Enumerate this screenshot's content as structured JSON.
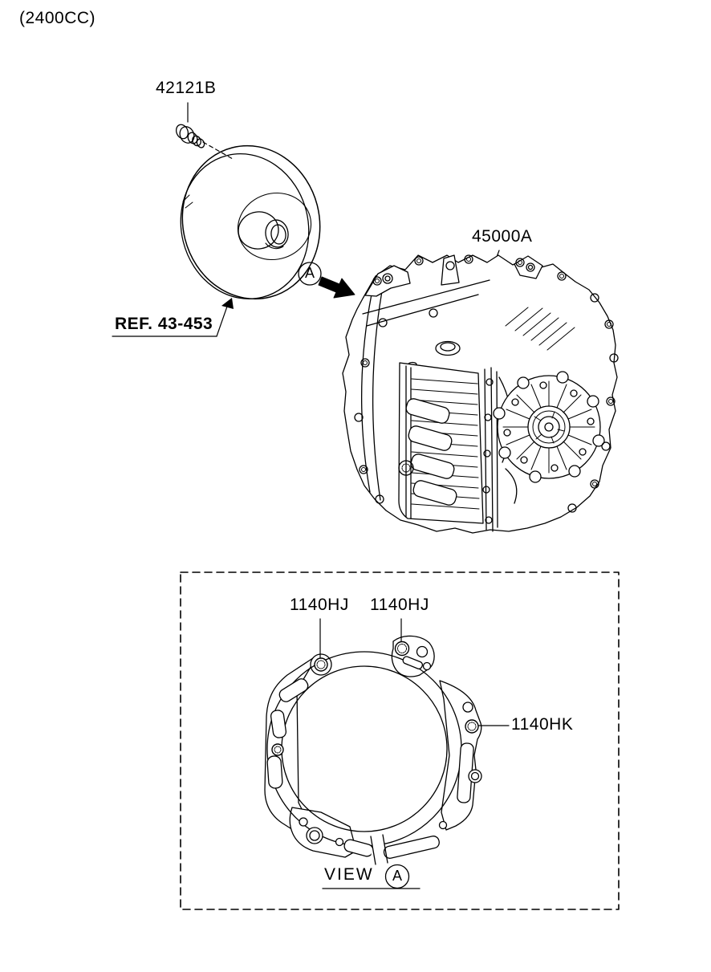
{
  "header": {
    "engine_displacement": "(2400CC)"
  },
  "callouts": {
    "bolt_part": "42121B",
    "torque_converter_ref": "REF. 43-453",
    "transaxle_assembly_part": "45000A",
    "gasket_bolt_top_left": "1140HJ",
    "gasket_bolt_top_center": "1140HJ",
    "gasket_bolt_right": "1140HK"
  },
  "direction_marker": "A",
  "view": {
    "caption": "VIEW",
    "marker": "A"
  },
  "colors": {
    "line": "#000000",
    "background": "#ffffff"
  }
}
